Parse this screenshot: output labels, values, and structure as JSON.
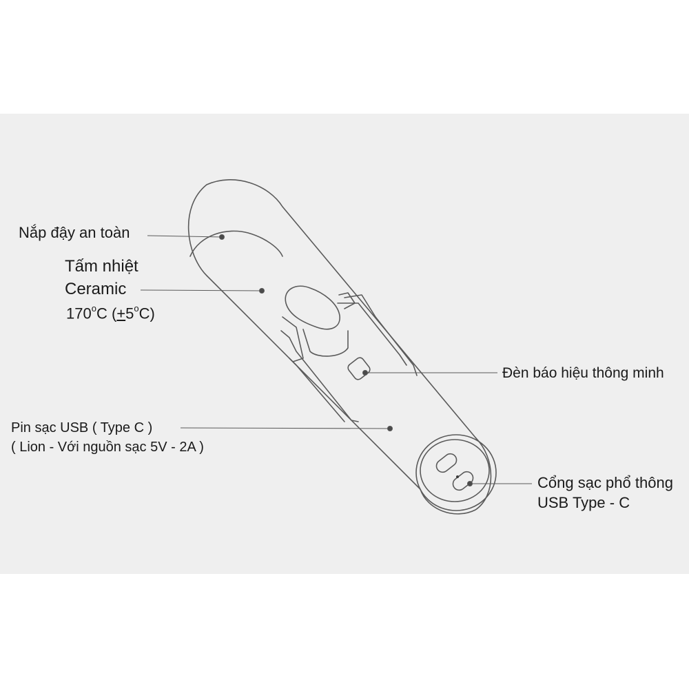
{
  "labels": {
    "lid": "Nắp đậy an toàn",
    "ceramic_line1": "Tấm nhiệt",
    "ceramic_line2": "Ceramic",
    "ceramic_temp": "170",
    "ceramic_deg": "o",
    "ceramic_c": "C (",
    "ceramic_pm": "+",
    "ceramic_tol": "5",
    "ceramic_deg2": "o",
    "ceramic_end": "C)",
    "led": "Đèn báo hiệu thông minh",
    "battery_line1": "Pin sạc USB ( Type C )",
    "battery_line2": "( Lion - Với nguồn sạc 5V - 2A )",
    "port_line1": "Cổng sạc phổ thông",
    "port_line2": "USB Type - C"
  },
  "colors": {
    "panel_bg": "#efefef",
    "outline": "#5a5a5a",
    "text": "#1a1a1a"
  }
}
